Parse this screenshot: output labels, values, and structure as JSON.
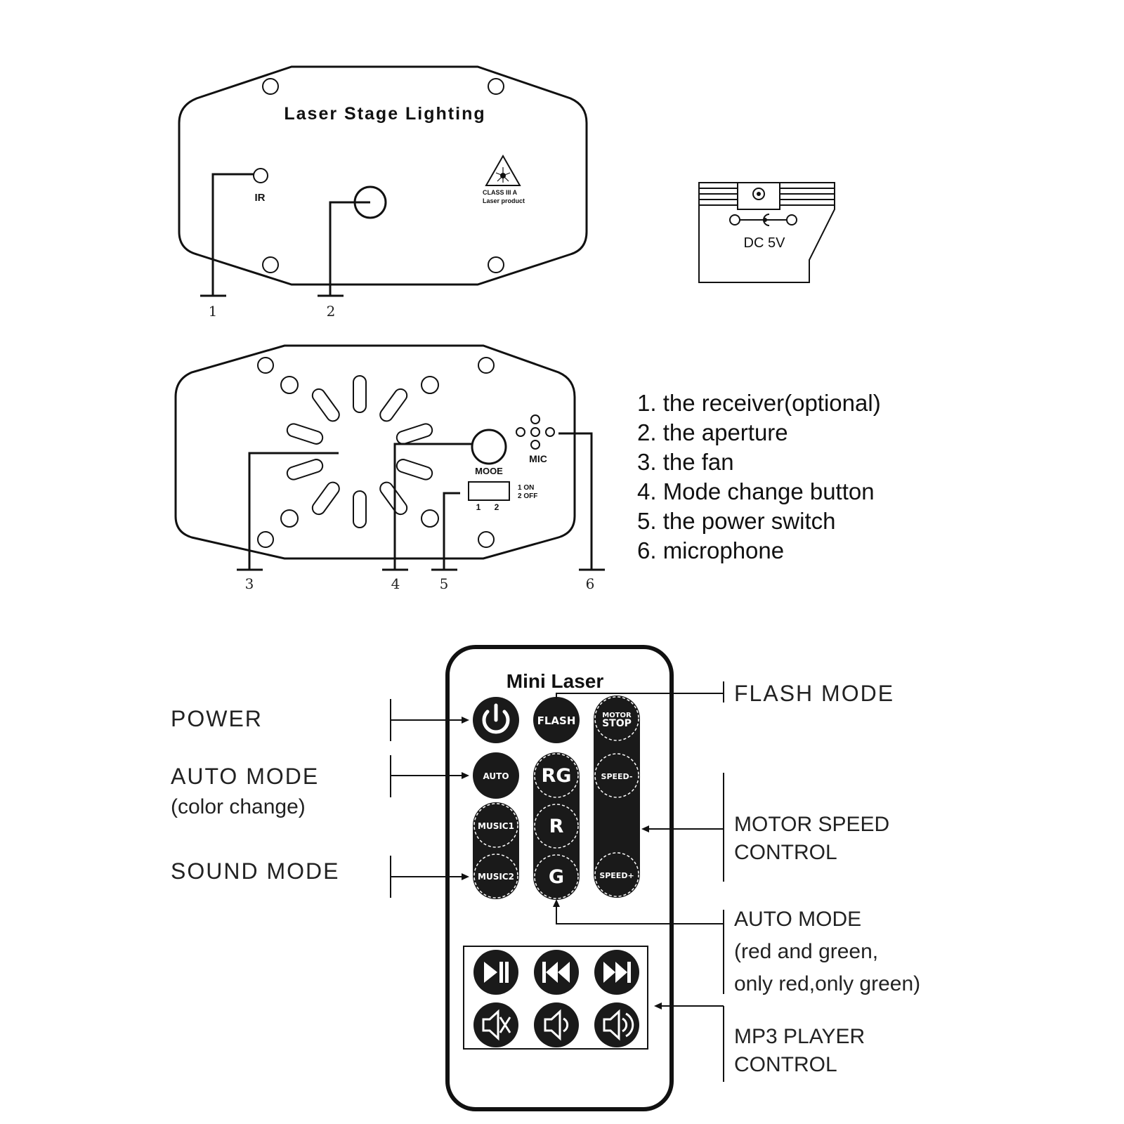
{
  "top_panel": {
    "title": "Laser Stage Lighting",
    "ir_label": "IR",
    "laser_class_line1": "CLASS III A",
    "laser_class_line2": "Laser product",
    "callouts": [
      "1",
      "2"
    ]
  },
  "power_jack": {
    "label": "DC  5V"
  },
  "back_panel": {
    "mode_label": "MOOE",
    "mic_label": "MIC",
    "switch_on": "1 ON",
    "switch_off": "2 OFF",
    "switch_pos1": "1",
    "switch_pos2": "2",
    "callouts": [
      "3",
      "4",
      "5",
      "6"
    ]
  },
  "legend": [
    "1. the receiver(optional)",
    "2. the aperture",
    "3. the fan",
    "4. Mode change button",
    "5. the power switch",
    "6. microphone"
  ],
  "remote": {
    "title": "Mini Laser",
    "buttons": {
      "flash": "FLASH",
      "motor_stop_1": "MOTOR",
      "motor_stop_2": "STOP",
      "auto": "AUTO",
      "rg": "RG",
      "speed_minus": "SPEED-",
      "music1": "MUSIC1",
      "r": "R",
      "music2": "MUSIC2",
      "g": "G",
      "speed_plus": "SPEED+"
    },
    "icons": [
      "power-icon",
      "play-pause-icon",
      "previous-track-icon",
      "next-track-icon",
      "mute-icon",
      "volume-down-icon",
      "volume-up-icon"
    ]
  },
  "remote_labels": {
    "power": "POWER",
    "auto_mode": "AUTO  MODE",
    "auto_mode_sub": "(color change)",
    "sound_mode": "SOUND MODE",
    "flash_mode": "FLASH MODE",
    "motor_speed_1": "MOTOR SPEED",
    "motor_speed_2": "CONTROL",
    "auto_mode2_1": "AUTO MODE",
    "auto_mode2_2": "(red and green,",
    "auto_mode2_3": "only red,only green)",
    "mp3_1": "MP3 PLAYER",
    "mp3_2": "CONTROL"
  }
}
